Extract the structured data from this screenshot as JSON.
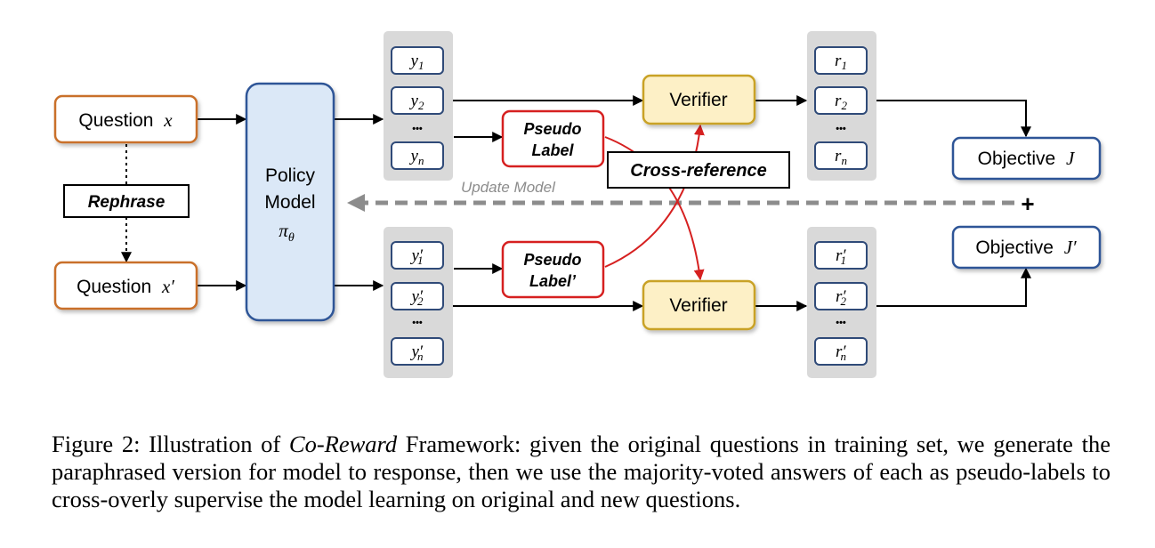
{
  "diagram": {
    "question_top": {
      "label": "Question",
      "var": "x"
    },
    "question_bottom": {
      "label": "Question",
      "var": "x′"
    },
    "rephrase": "Rephrase",
    "policy_model": {
      "line1": "Policy",
      "line2": "Model",
      "symbol": "π",
      "subscript": "θ"
    },
    "responses_top": [
      {
        "base": "y",
        "sub": "1"
      },
      {
        "base": "y",
        "sub": "2"
      },
      {
        "base": "y",
        "sub": "n"
      }
    ],
    "responses_bottom": [
      {
        "base": "y",
        "prime": "′",
        "sub": "1"
      },
      {
        "base": "y",
        "prime": "′",
        "sub": "2"
      },
      {
        "base": "y",
        "prime": "′",
        "sub": "n"
      }
    ],
    "ellipsis": "•••",
    "pseudo_label_top": {
      "line1": "Pseudo",
      "line2": "Label"
    },
    "pseudo_label_bottom": {
      "line1": "Pseudo",
      "line2": "Label’"
    },
    "cross_reference": "Cross-reference",
    "verifier_top": "Verifier",
    "verifier_bottom": "Verifier",
    "rewards_top": [
      {
        "base": "r",
        "sub": "1"
      },
      {
        "base": "r",
        "sub": "2"
      },
      {
        "base": "r",
        "sub": "n"
      }
    ],
    "rewards_bottom": [
      {
        "base": "r",
        "prime": "′",
        "sub": "1"
      },
      {
        "base": "r",
        "prime": "′",
        "sub": "2"
      },
      {
        "base": "r",
        "prime": "′",
        "sub": "n"
      }
    ],
    "objective_top": {
      "label": "Objective",
      "var": "J"
    },
    "objective_bottom": {
      "label": "Objective",
      "var": "J′"
    },
    "update_model": "Update Model",
    "plus": "+"
  },
  "caption": {
    "prefix": "Figure 2: Illustration of ",
    "italic": "Co-Reward",
    "rest": " Framework: given the original questions in training set, we generate the paraphrased version for model to response, then we use the majority-voted answers of each as pseudo-labels to cross-overly supervise the model learning on original and new questions."
  },
  "colors": {
    "question_border": "#c9702a",
    "policy_fill": "#dbe8f7",
    "policy_border": "#2f5597",
    "group_fill": "#d9d9d9",
    "response_border": "#2f4a78",
    "pseudo_border": "#d62020",
    "verifier_fill": "#fdf0c6",
    "verifier_border": "#c9a227",
    "objective_border": "#2f5597",
    "update_arrow": "#8c8c8c"
  }
}
